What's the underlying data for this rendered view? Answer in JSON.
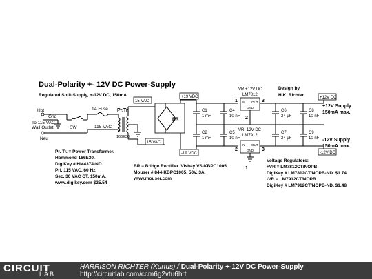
{
  "title": "Dual-Polarity +- 12V DC Power-Supply",
  "subtitle": "Regulated Split-Supply, +-12V DC, 150mA.",
  "design_by": [
    "Design by",
    "H.K. Richter"
  ],
  "input": {
    "hot": "Hot",
    "gnd": "Gnd",
    "neu": "Neu",
    "outlet": [
      "To 115 VAC",
      "Wall Outlet"
    ],
    "switch": "SW",
    "fuse": "1A Fuse",
    "vac_115": "115 VAC"
  },
  "transformer": {
    "label": "Pr.Tr.",
    "part": "166E30",
    "notes": [
      "Pr. Tr. = Power Transformer.",
      "Hammond 166E30.",
      "DigiKey # HM4374-ND.",
      "Pri. 115 VAC, 60 Hz.",
      "Sec. 30 VAC CT, 150mA.",
      "www.digikey.com $25.54"
    ]
  },
  "rectifier": {
    "label": "BR",
    "vac_top": "15 VAC",
    "vac_bottom": "15 VAC",
    "notes": [
      "BR = Bridge Rectifier. Vishay VS-KBPC1005",
      "Mouser # 844-KBPC1005, 50V, 3A.",
      "www.mouser.com"
    ]
  },
  "rails": {
    "pos_raw": "+19 VDC",
    "neg_raw": "-19 VDC",
    "pos_out": "+12V DC",
    "neg_out": "-12V DC"
  },
  "capacitors": {
    "c1": [
      "C1",
      "1 mF"
    ],
    "c2": [
      "C2",
      "1 mF"
    ],
    "c4": [
      "C4",
      "10 nF"
    ],
    "c5": [
      "C5",
      "10 nF"
    ],
    "c6": [
      "C6",
      "24 µF"
    ],
    "c7": [
      "C7",
      "24 µF"
    ],
    "c8": [
      "C8",
      "10 nF"
    ],
    "c9": [
      "C9",
      "10 nF"
    ]
  },
  "regulators": {
    "pos_title": [
      "VR +12V DC",
      "LM7812"
    ],
    "neg_title": [
      "VR -12V DC",
      "LM7912"
    ],
    "pin_in": "IN",
    "pin_out": "OUT",
    "pin_gnd": "GND",
    "pin1": "1",
    "pin2": "2",
    "pin3": "3",
    "notes": [
      "Voltage Regulators:",
      "+VR = LM7812CT/NOPB",
      "DigiKey # LM7812CT/NOPB-ND. $1.74",
      "-VR = LM7912CT/NOPB",
      "DigiKey # LM7912CT/NOPB-ND, $1.48"
    ]
  },
  "outputs": {
    "pos": [
      "+12V Supply",
      "150mA max."
    ],
    "neg": [
      "-12V Supply",
      "150mA max."
    ]
  },
  "footer": {
    "logo_top": "CIRCUIT",
    "logo_bottom": "LAB",
    "author": "HARRISON RICHTER (Kurtus) /",
    "title": "Dual-Polarity +-12V DC Power-Supply",
    "url": "http://circuitlab.com/ccm6g2vtu6hrt"
  }
}
